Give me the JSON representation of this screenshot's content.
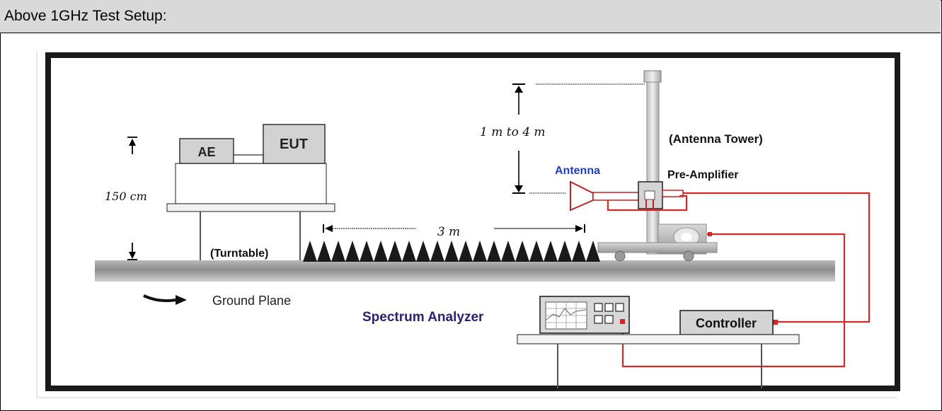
{
  "header": {
    "title": "Above 1GHz Test Setup:"
  },
  "diagram": {
    "labels": {
      "ae": "AE",
      "eut": "EUT",
      "height_150": "150 cm",
      "turntable": "(Turntable)",
      "distance_3m": "3 m",
      "height_range": "1 m to 4 m",
      "antenna_tower": "(Antenna Tower)",
      "antenna": "Antenna",
      "pre_amplifier": "Pre-Amplifier",
      "ground_plane": "Ground Plane",
      "spectrum_analyzer": "Spectrum Analyzer",
      "controller": "Controller"
    },
    "colors": {
      "cable": "#d62828",
      "antenna_label": "#1f3fbf",
      "spectrum_label": "#2a2270",
      "ground_plane": "#9a9a9a",
      "absorber": "#1a1a1a"
    }
  }
}
